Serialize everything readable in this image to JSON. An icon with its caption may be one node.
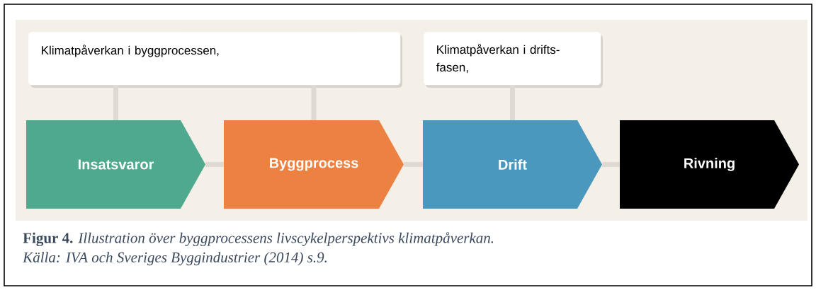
{
  "diagram": {
    "caption": "**Figur 4.** *Illustration över byggprocessens livscykelperspektivs klimatpåverkan.*",
    "nodes": [
      {
        "text": [
          "Klimatpåverkan i byggprocessen,"
        ]
      },
      {
        "text": [
          "Klimatpåverkan i drifts- fasen,"
        ]
      },
      {
        "text": [
          "Insatsvaror"
        ]
      },
      {
        "text": [
          "Byggprocess"
        ]
      },
      {
        "text": [
          "Drift"
        ]
      },
      {
        "text": [
          "Rivning"
        ]
      }
    ],
    "edges": [
      {
        "from": 0,
        "to": 2,
        "arrow": "none"
      },
      {
        "from": 0,
        "to": 3,
        "arrow": "none"
      },
      {
        "from": 1,
        "to": 4,
        "arrow": "none"
      },
      {
        "from": 2,
        "to": 3,
        "arrow": "none"
      },
      {
        "from": 3,
        "to": 4,
        "arrow": "none"
      },
      {
        "from": 4,
        "to": 5,
        "arrow": "none"
      }
    ],
    "labels": [
      "Källa: IVA och Sveriges Byggindustrier (2014) s.9."
    ]
  }
}
